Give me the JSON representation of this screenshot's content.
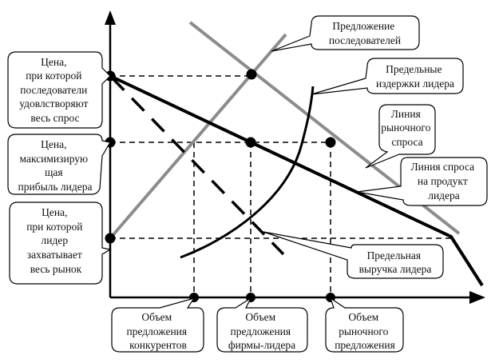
{
  "diagram": {
    "title": "",
    "axes": {
      "x_label": "",
      "y_label": ""
    },
    "curves": [
      {
        "id": "followers-supply",
        "name": "Предложение последователей",
        "color": "#8c8c8c",
        "style": "solid"
      },
      {
        "id": "market-demand",
        "name": "Линия рыночного спроса",
        "color": "#8c8c8c",
        "style": "solid"
      },
      {
        "id": "leader-demand",
        "name": "Линия спроса на продукт лидера",
        "color": "#000000",
        "style": "solid"
      },
      {
        "id": "leader-mr",
        "name": "Предельная выручка лидера",
        "color": "#000000",
        "style": "dashed"
      },
      {
        "id": "leader-mc",
        "name": "Предельные издержки лидера",
        "color": "#000000",
        "style": "solid"
      }
    ],
    "callouts": {
      "followers_supply": [
        "Предложение",
        "последователей"
      ],
      "leader_mc": [
        "Предельные",
        "издержки лидера"
      ],
      "market_demand": [
        "Линия",
        "рыночного",
        "спроса"
      ],
      "leader_demand": [
        "Линия спроса",
        "на продукт",
        "лидера"
      ],
      "leader_mr": [
        "Предельная",
        "выручка лидера"
      ],
      "price_followers_all": [
        "Цена,",
        "при которой",
        "последователи",
        "удовлстворяют",
        "весь спрос"
      ],
      "price_max_profit": [
        "Цена,",
        "максимизирую",
        "щая",
        "прибыль лидера"
      ],
      "price_leader_all": [
        "Цена,",
        "при которой",
        "лидер",
        "захватывает",
        "весь рынок"
      ],
      "qty_competitors": [
        "Объем",
        "предложения",
        "конкурентов"
      ],
      "qty_leader": [
        "Объем",
        "предложения",
        "фирмы-лидера"
      ],
      "qty_market": [
        "Объем",
        "рыночного",
        "предложения"
      ]
    }
  }
}
